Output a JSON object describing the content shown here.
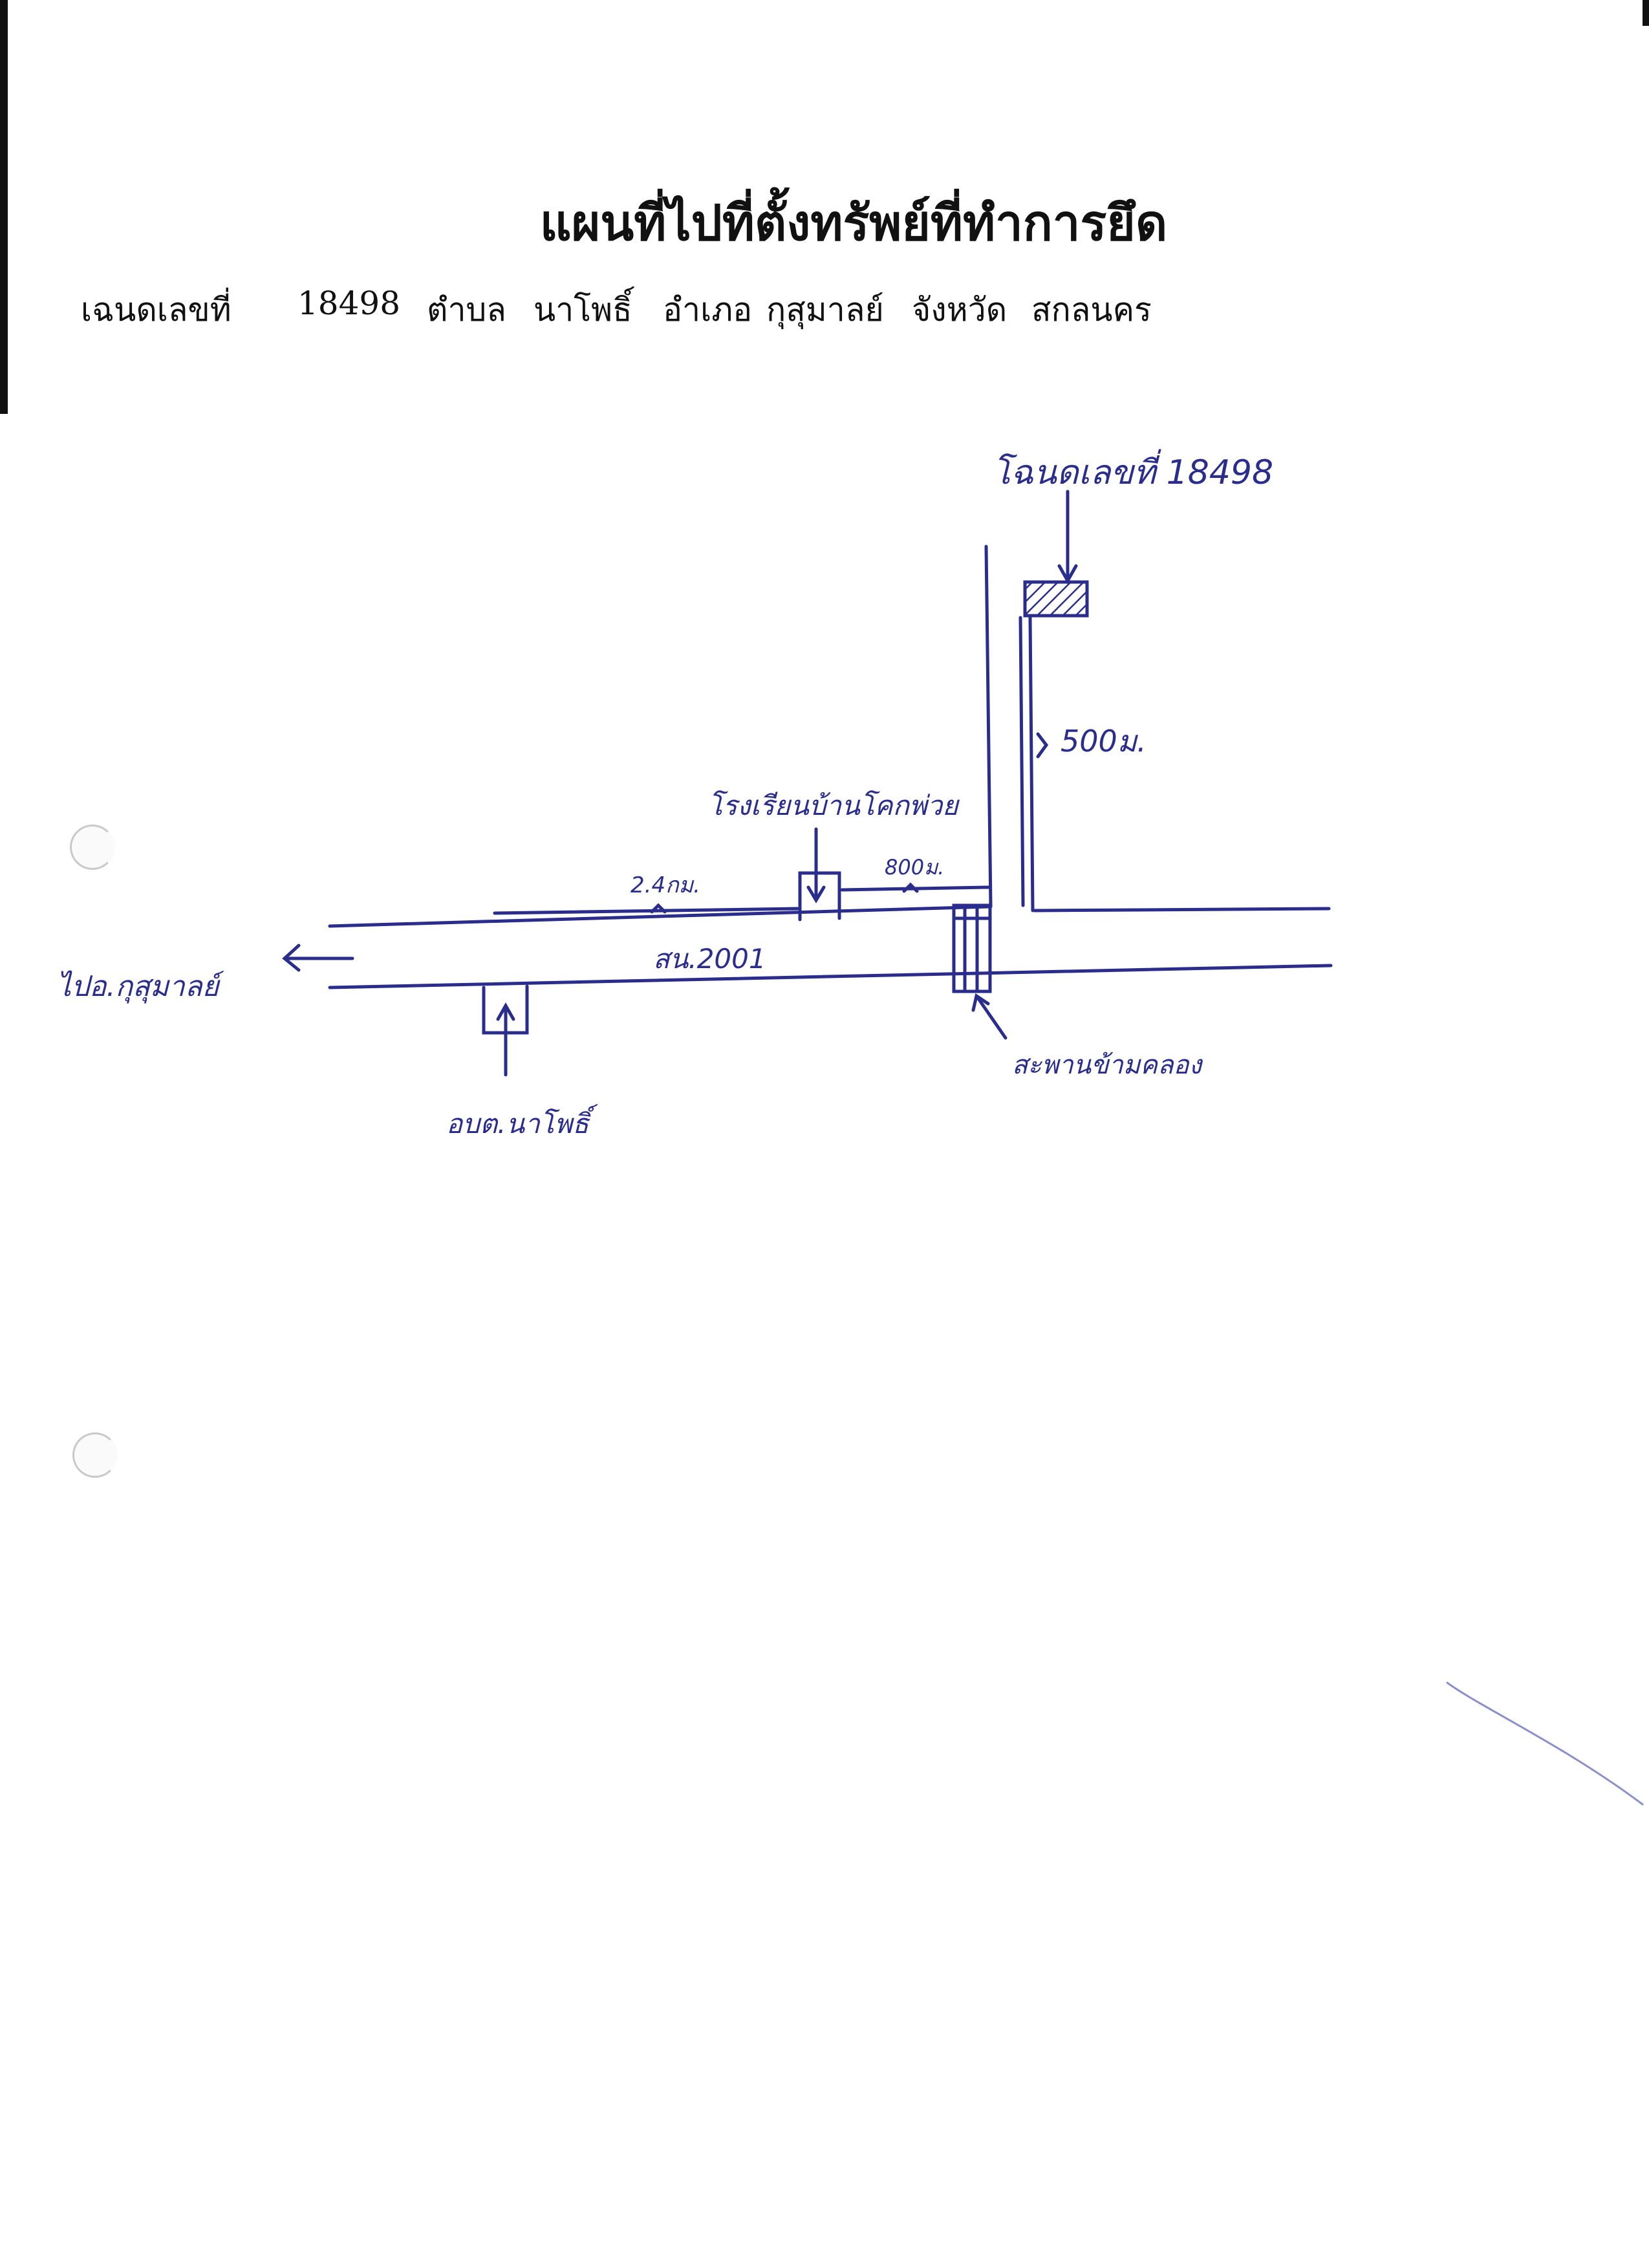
{
  "header": {
    "title": "แผนที่ไปที่ตั้งทรัพย์ที่ทำการยึด",
    "deed_label": "เฉนดเลขที่",
    "deed_number": "18498",
    "subdistrict_label": "ตำบล",
    "subdistrict": "นาโพธิ์",
    "district_label": "อำเภอ",
    "district": "กุสุมาลย์",
    "province_label": "จังหวัด",
    "province": "สกลนคร"
  },
  "map": {
    "deed_marker_label": "โฉนดเลขที่ 18498",
    "distance_to_deed": "500ม.",
    "school_label": "โรงเรียนบ้านโคกพ่วย",
    "distance_school_west": "2.4กม.",
    "distance_school_east": "800ม.",
    "road_label": "สน.2001",
    "direction_label": "ไปอ.กุสุมาลย์",
    "office_label": "อบต.นาโพธิ์",
    "bridge_label": "สะพานข้ามคลอง"
  },
  "colors": {
    "ink": "#2a2d8c",
    "text": "#111111"
  }
}
